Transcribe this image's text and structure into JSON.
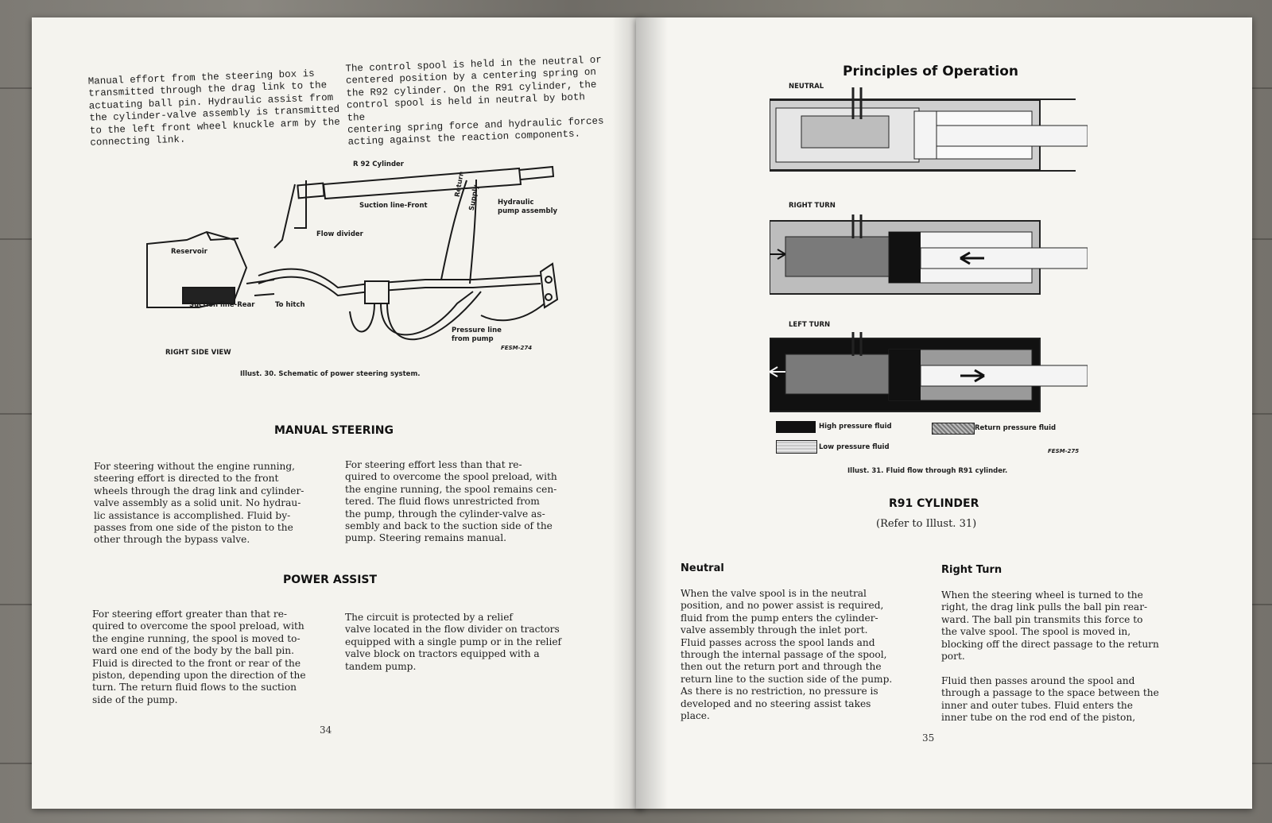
{
  "left_page": {
    "intro_col1": "Manual effort from the steering box is\ntransmitted through the drag link to the\nactuating ball pin.  Hydraulic assist from\nthe cylinder-valve assembly is transmitted\nto the left front wheel knuckle arm by the\nconnecting link.",
    "intro_col2": "The control spool is held in the neutral or\ncentered position by a centering spring on\nthe R92 cylinder.  On the R91 cylinder, the\ncontrol spool is held in neutral by both the\ncentering spring force and hydraulic forces\nacting against the reaction components.",
    "diagram_labels": {
      "r92_cylinder": "R 92 Cylinder",
      "return": "Return",
      "supply": "Supply",
      "hydraulic_pump": "Hydraulic\npump assembly",
      "suction_front": "Suction line-Front",
      "flow_divider": "Flow divider",
      "reservoir": "Reservoir",
      "suction_rear": "Suction line-Rear",
      "to_hitch": "To hitch",
      "pressure_line": "Pressure line\nfrom pump",
      "view": "RIGHT SIDE VIEW",
      "code": "FESM-274"
    },
    "caption": "Illust. 30.  Schematic of power steering system.",
    "heading_manual": "MANUAL STEERING",
    "manual_col1": "For steering without the engine running,\nsteering effort is directed to the front\nwheels through the drag link and cylinder-\nvalve assembly as a solid unit.  No hydrau-\nlic assistance is accomplished.  Fluid by-\npasses from one side of the piston to the\nother through the bypass valve.",
    "manual_col2": "For steering effort less than that re-\nquired to overcome the spool preload, with\nthe engine running, the spool remains cen-\ntered.  The fluid flows unrestricted from\nthe pump, through the cylinder-valve as-\nsembly and back to the suction side of the\npump.  Steering remains manual.",
    "heading_power": "POWER ASSIST",
    "power_col1": "For steering effort greater than that re-\nquired to overcome the spool preload, with\nthe engine running, the spool is moved to-\nward one end of the body by the ball pin.\nFluid is directed to the front or rear of the\npiston, depending upon the direction of the\nturn.  The return fluid flows to the suction\nside of the pump.",
    "power_col2": "The circuit is protected by a relief\nvalve located in the flow divider on tractors\nequipped with a single pump or in the relief\nvalve block on tractors equipped with a\ntandem pump.",
    "page_number": "34"
  },
  "right_page": {
    "title": "Principles of Operation",
    "label_neutral": "NEUTRAL",
    "label_right_turn": "RIGHT TURN",
    "label_left_turn": "LEFT TURN",
    "legend_high": "High pressure fluid",
    "legend_return": "Return pressure fluid",
    "legend_low": "Low pressure fluid",
    "code": "FESM-275",
    "caption": "Illust. 31.  Fluid flow through R91 cylinder.",
    "heading": "R91  CYLINDER",
    "subheading": "(Refer to Illust. 31)",
    "neutral_heading": "Neutral",
    "neutral_text": "When the valve spool is in the neutral\nposition, and no power assist is required,\nfluid from the pump enters the cylinder-\nvalve assembly through the inlet port.\nFluid passes across the spool lands and\nthrough the internal passage of the spool,\nthen out the return port and through the\nreturn line to the suction side of the pump.\nAs there is no restriction, no pressure is\ndeveloped and no steering assist takes\nplace.",
    "right_turn_heading": "Right Turn",
    "right_turn_text1": "When the steering wheel is turned to the\nright, the drag link pulls the ball pin rear-\nward.  The ball pin transmits this force to\nthe valve spool.  The spool is moved in,\nblocking off the direct passage to the return\nport.",
    "right_turn_text2": "Fluid then passes around the spool and\nthrough a passage to the space between the\ninner and outer tubes.  Fluid enters the\ninner tube on the rod end of the piston,",
    "page_number": "35"
  }
}
